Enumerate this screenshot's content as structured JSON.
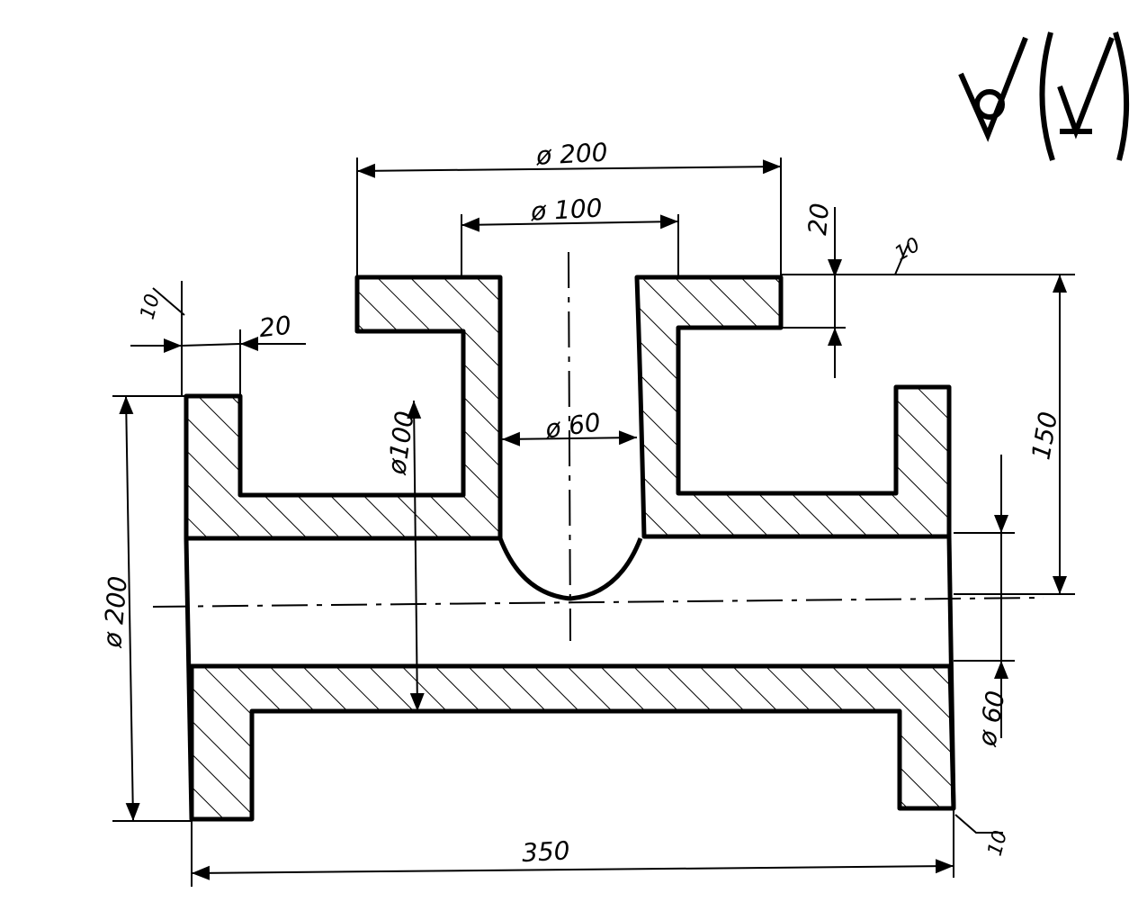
{
  "dimensions": {
    "top_flange_dia": "ø 200",
    "top_bore_dia": "ø 100",
    "inner_dia_60": "ø 60",
    "bore_dia_100": "ø100",
    "left_flange_dia": "ø 200",
    "right_bore_dia": "ø 60",
    "overall_length": "350",
    "height_150": "150",
    "flange_thk_top": "20",
    "flange_thk_left": "20",
    "wall_10_left": "10",
    "wall_10_top": "10",
    "wall_10_right": "10"
  },
  "colors": {
    "ink": "#000000",
    "paper": "#ffffff"
  }
}
